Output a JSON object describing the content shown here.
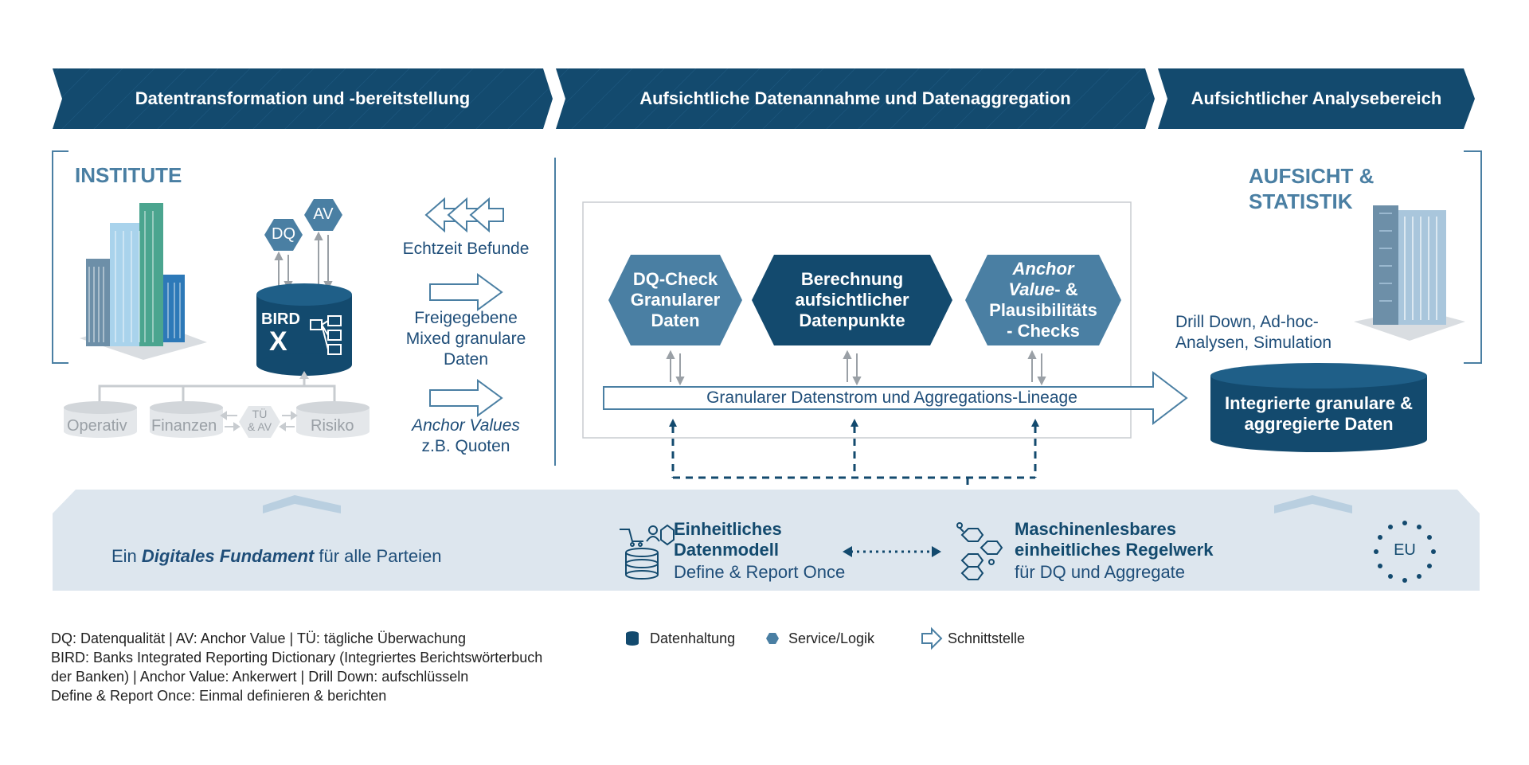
{
  "headers": {
    "h1": "Datentransformation und -bereitstellung",
    "h2": "Aufsichtliche Datenannahme und Datenaggregation",
    "h3": "Aufsichtlicher Analysebereich"
  },
  "institute": {
    "title": "INSTITUTE",
    "dq": "DQ",
    "av": "AV",
    "bird": "BIRD",
    "bird_x": "X",
    "db_operativ": "Operativ",
    "db_finanzen": "Finanzen",
    "tu_av": "TÜ\n& AV",
    "db_risiko": "Risiko"
  },
  "arrows": {
    "echtzeit": "Echtzeit Befunde",
    "freigegebene": "Freigegebene Mixed granulare Daten",
    "anchor_values": "Anchor Values",
    "quoten": "z.B. Quoten"
  },
  "processing": {
    "hex1": "DQ-Check Granularer Daten",
    "hex2": "Berechnung aufsichtlicher Datenpunkte",
    "hex3_italic": "Anchor Value",
    "hex3_rest": "- & Plausibilitäts - Checks",
    "stream": "Granularer Datenstrom und Aggregations-Lineage"
  },
  "aufsicht": {
    "title": "AUFSICHT & STATISTIK",
    "drill": "Drill Down, Ad-hoc- Analysen, Simulation",
    "db": "Integrierte granulare & aggregierte Daten"
  },
  "foundation": {
    "prefix": "Ein ",
    "bold": "Digitales Fundament",
    "suffix": " für alle Parteien",
    "model_title": "Einheitliches Datenmodell",
    "model_sub": "Define & Report Once",
    "rules_title": "Maschinenlesbares einheitliches Regelwerk",
    "rules_sub": "für DQ und Aggregate",
    "eu": "EU"
  },
  "legend": {
    "line1": "DQ: Datenqualität | AV: Anchor Value | TÜ: tägliche Überwachung",
    "line2": "BIRD: Banks Integrated Reporting Dictionary (Integriertes Berichtswörterbuch",
    "line3": "der Banken) | Anchor Value: Ankerwert | Drill Down: aufschlüsseln",
    "line4": "Define & Report Once: Einmal definieren & berichten",
    "datenhaltung": "Datenhaltung",
    "service": "Service/Logik",
    "schnittstelle": "Schnittstelle"
  },
  "colors": {
    "navy": "#134a6e",
    "mid_blue": "#4a7fa3",
    "light_band": "#dde6ee",
    "grey": "#c8ccd0"
  }
}
